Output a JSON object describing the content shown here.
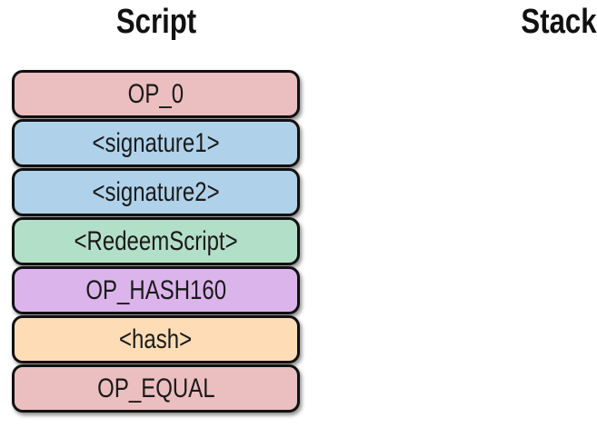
{
  "headings": {
    "script": "Script",
    "stack": "Stack"
  },
  "script_items": [
    {
      "label": "OP_0",
      "color": "#ebbebf"
    },
    {
      "label": "<signature1>",
      "color": "#afd2ea"
    },
    {
      "label": "<signature2>",
      "color": "#afd2ea"
    },
    {
      "label": "<RedeemScript>",
      "color": "#b2dfc8"
    },
    {
      "label": "OP_HASH160",
      "color": "#dcb4ec"
    },
    {
      "label": "<hash>",
      "color": "#fddcb6"
    },
    {
      "label": "OP_EQUAL",
      "color": "#ebbebf"
    }
  ],
  "stack_items": []
}
